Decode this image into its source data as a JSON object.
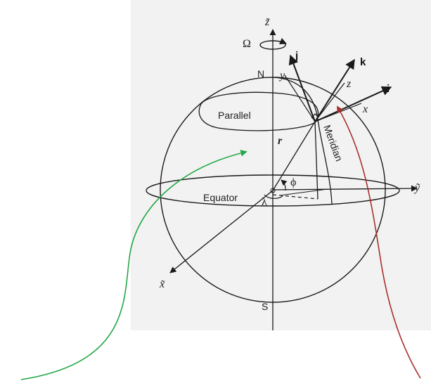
{
  "labels": {
    "z_tilde": "z̃",
    "omega": "Ω",
    "j": "j",
    "k": "k",
    "i": "i",
    "y": "y",
    "z": "z",
    "x": "x",
    "N": "N",
    "S": "S",
    "parallel": "Parallel",
    "meridian": "Meridian",
    "equator": "Equator",
    "r": "r",
    "phi": "ϕ",
    "lambda": "λ",
    "y_tilde": "ỹ",
    "x_tilde": "x̃"
  },
  "colors": {
    "ink": "#1a1a1a",
    "scan_bg": "#f1f1f1",
    "green_arrow": "#22a845",
    "red_arrow": "#a8302c"
  }
}
